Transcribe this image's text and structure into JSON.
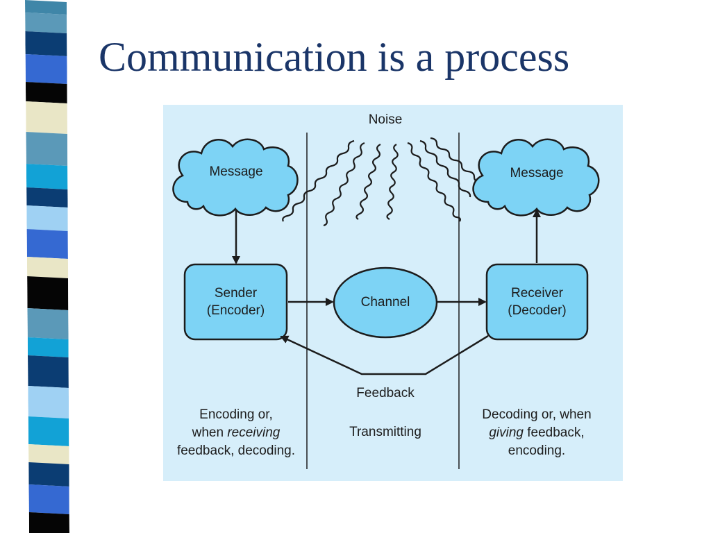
{
  "slide": {
    "title": "Communication is a process",
    "colors": {
      "title": "#1a3568",
      "diagram_background": "#d6eefa",
      "shape_fill": "#7dd3f5",
      "shape_stroke": "#1c1c1c"
    }
  },
  "diagram": {
    "noise_label": "Noise",
    "sender_message": "Message",
    "receiver_message": "Message",
    "sender": {
      "line1": "Sender",
      "line2": "(Encoder)"
    },
    "channel": "Channel",
    "receiver": {
      "line1": "Receiver",
      "line2": "(Decoder)"
    },
    "feedback": "Feedback",
    "left_caption": {
      "line1": "Encoding or,",
      "line2_prefix": "when ",
      "line2_italic": "receiving",
      "line3": "feedback, decoding."
    },
    "center_caption": "Transmitting",
    "right_caption": {
      "line1": "Decoding or, when",
      "line2_italic": "giving",
      "line2_suffix": " feedback,",
      "line3": "encoding."
    }
  }
}
